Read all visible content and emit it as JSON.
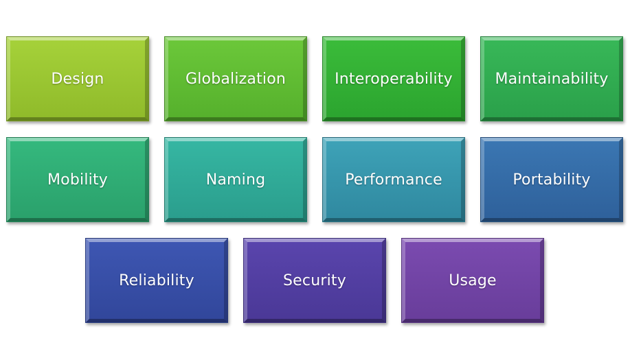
{
  "tiles": [
    {
      "label": "Design"
    },
    {
      "label": "Globalization"
    },
    {
      "label": "Interoperability"
    },
    {
      "label": "Maintainability"
    },
    {
      "label": "Mobility"
    },
    {
      "label": "Naming"
    },
    {
      "label": "Performance"
    },
    {
      "label": "Portability"
    },
    {
      "label": "Reliability"
    },
    {
      "label": "Security"
    },
    {
      "label": "Usage"
    }
  ]
}
